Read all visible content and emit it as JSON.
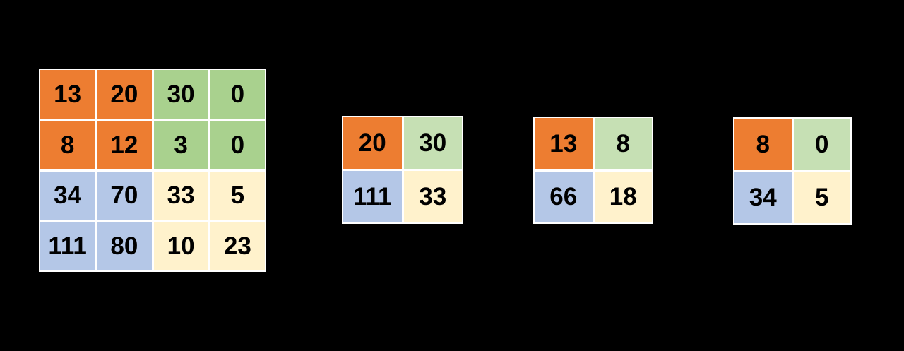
{
  "canvas": {
    "background": "#000000"
  },
  "palette": {
    "orange": "#ED7D31",
    "green": "#A9D18E",
    "lightGreen": "#C6E0B4",
    "blue": "#B4C7E7",
    "yellow": "#FFF2CC",
    "gridline": "#FFFFFF",
    "text": "#000000"
  },
  "matrices": [
    {
      "id": "input-matrix-4x4",
      "rows": [
        [
          {
            "v": "13",
            "c": "orange"
          },
          {
            "v": "20",
            "c": "orange"
          },
          {
            "v": "30",
            "c": "green"
          },
          {
            "v": "0",
            "c": "green"
          }
        ],
        [
          {
            "v": "8",
            "c": "orange"
          },
          {
            "v": "12",
            "c": "orange"
          },
          {
            "v": "3",
            "c": "green"
          },
          {
            "v": "0",
            "c": "green"
          }
        ],
        [
          {
            "v": "34",
            "c": "blue"
          },
          {
            "v": "70",
            "c": "blue"
          },
          {
            "v": "33",
            "c": "yellow"
          },
          {
            "v": "5",
            "c": "yellow"
          }
        ],
        [
          {
            "v": "111",
            "c": "blue"
          },
          {
            "v": "80",
            "c": "blue"
          },
          {
            "v": "10",
            "c": "yellow"
          },
          {
            "v": "23",
            "c": "yellow"
          }
        ]
      ]
    },
    {
      "id": "result-matrix-1",
      "rows": [
        [
          {
            "v": "20",
            "c": "orange"
          },
          {
            "v": "30",
            "c": "lightGreen"
          }
        ],
        [
          {
            "v": "111",
            "c": "blue"
          },
          {
            "v": "33",
            "c": "yellow"
          }
        ]
      ]
    },
    {
      "id": "result-matrix-2",
      "rows": [
        [
          {
            "v": "13",
            "c": "orange"
          },
          {
            "v": "8",
            "c": "lightGreen"
          }
        ],
        [
          {
            "v": "66",
            "c": "blue"
          },
          {
            "v": "18",
            "c": "yellow"
          }
        ]
      ]
    },
    {
      "id": "result-matrix-3",
      "rows": [
        [
          {
            "v": "8",
            "c": "orange"
          },
          {
            "v": "0",
            "c": "lightGreen"
          }
        ],
        [
          {
            "v": "34",
            "c": "blue"
          },
          {
            "v": "5",
            "c": "yellow"
          }
        ]
      ]
    }
  ]
}
